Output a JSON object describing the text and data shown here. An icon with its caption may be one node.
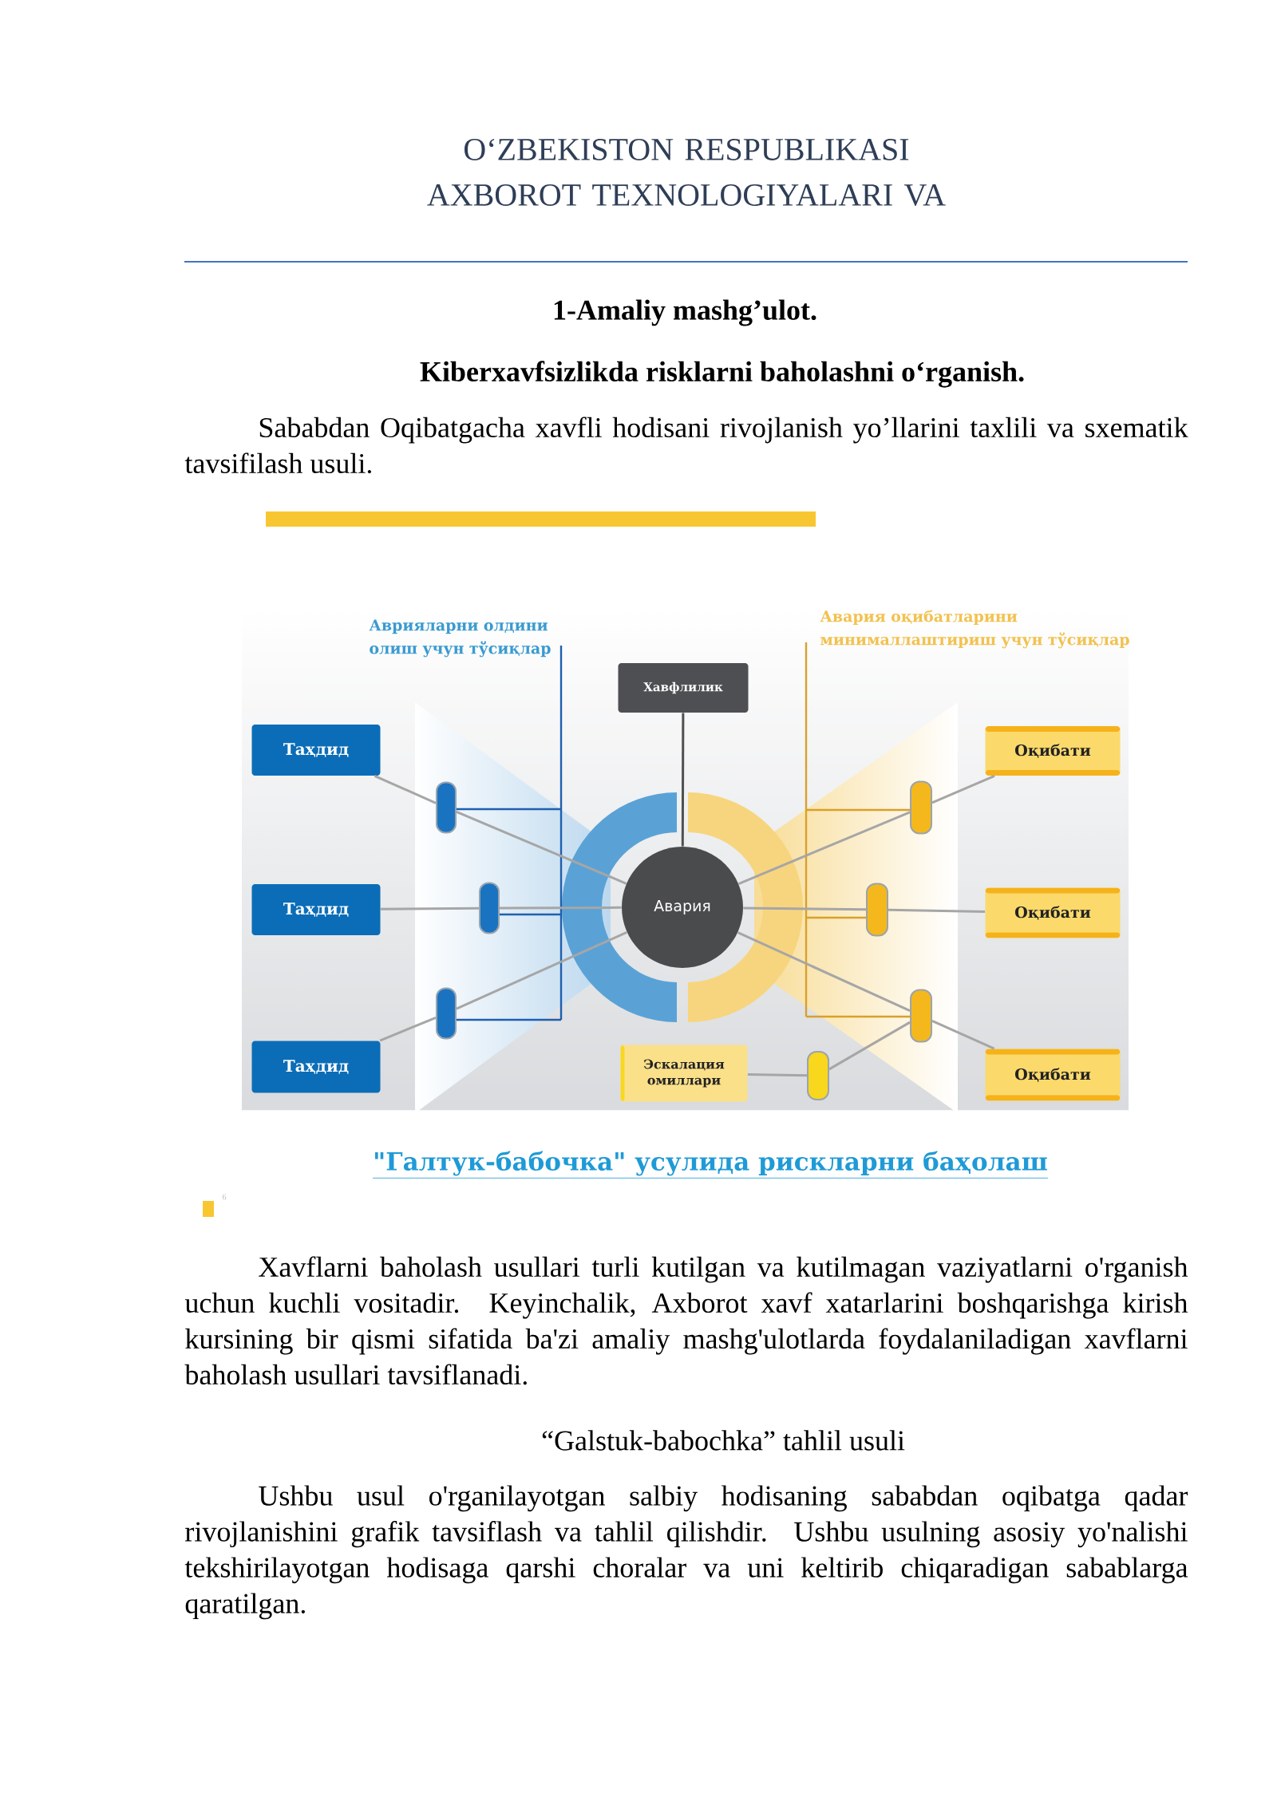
{
  "diagram": {
    "title": "O‘ZBEKISTON RESPUBLIKASI AXBOROT TEXNOLOGIYALARI VA",
    "caption": "\"Галтук-бабочка\" усулида рискларни баҳолаш",
    "nodes": [
      {
        "text": [
          "Таҳдид"
        ]
      },
      {
        "text": [
          "Таҳдид"
        ]
      },
      {
        "text": [
          "Таҳдид"
        ]
      },
      {
        "text": [
          "Хавфлилик"
        ]
      },
      {
        "text": [
          "Авария"
        ]
      },
      {
        "text": [
          "Эскалация омиллари"
        ]
      },
      {
        "text": [
          "Оқибати"
        ]
      },
      {
        "text": [
          "Оқибати"
        ]
      },
      {
        "text": [
          "Оқибати"
        ]
      },
      {
        "text": [],
        "shape": "bar"
      },
      {
        "text": [],
        "shape": "bar"
      },
      {
        "text": [],
        "shape": "bar"
      },
      {
        "text": [],
        "shape": "bar"
      },
      {
        "text": [],
        "shape": "bar"
      },
      {
        "text": [],
        "shape": "bar"
      },
      {
        "text": [],
        "shape": "bar"
      }
    ],
    "edges": [
      {
        "from": 0,
        "to": 9,
        "arrow": "none"
      },
      {
        "from": 9,
        "to": 4,
        "arrow": "none"
      },
      {
        "from": 1,
        "to": 10,
        "arrow": "none"
      },
      {
        "from": 10,
        "to": 4,
        "arrow": "none"
      },
      {
        "from": 2,
        "to": 11,
        "arrow": "none"
      },
      {
        "from": 11,
        "to": 4,
        "arrow": "none"
      },
      {
        "from": 3,
        "to": 4,
        "arrow": "none",
        "color": "#505050"
      },
      {
        "from": 4,
        "to": 13,
        "arrow": "none"
      },
      {
        "from": 13,
        "to": 6,
        "arrow": "none"
      },
      {
        "from": 4,
        "to": 14,
        "arrow": "none"
      },
      {
        "from": 14,
        "to": 7,
        "arrow": "none"
      },
      {
        "from": 4,
        "to": 15,
        "arrow": "none"
      },
      {
        "from": 15,
        "to": 8,
        "arrow": "none"
      },
      {
        "from": 5,
        "to": 12,
        "arrow": "none"
      },
      {
        "from": 12,
        "to": 15,
        "arrow": "none"
      }
    ],
    "labels": [
      "1-Amaliy mashg’ulot.",
      "Kiberxavfsizlikda risklarni baholashni o‘rganish.",
      "Sababdan Oqibatgacha xavfli hodisani rivojlanish yo’llarini taxlili va sxematik tavsifilash usuli.",
      "Аврияларни олдини олиш учун тўсиқлар",
      "Авария оқибатларини минималлаштириш учун тўсиқлар",
      "6",
      "Xavflarni baholash usullari turli kutilgan va kutilmagan vaziyatlarni o'rganish uchun kuchli vositadir. Keyinchalik, Axborot xavf xatarlarini boshqarishga kirish kursining bir qismi sifatida ba'zi amaliy mashg'ulotlarda foydalaniladigan xavflarni baholash usullari tavsiflanadi.",
      "“Galstuk-babochka” tahlil usuli",
      "Ushbu usul o'rganilayotgan salbiy hodisaning sababdan oqibatga qadar rivojlanishini grafik tavsiflash va tahlil qilishdir. Ushbu usulning asosiy yo'nalishi tekshirilayotgan hodisaga qarshi choralar va uni keltirib chiqaradigan sabablarga qaratilgan."
    ]
  }
}
